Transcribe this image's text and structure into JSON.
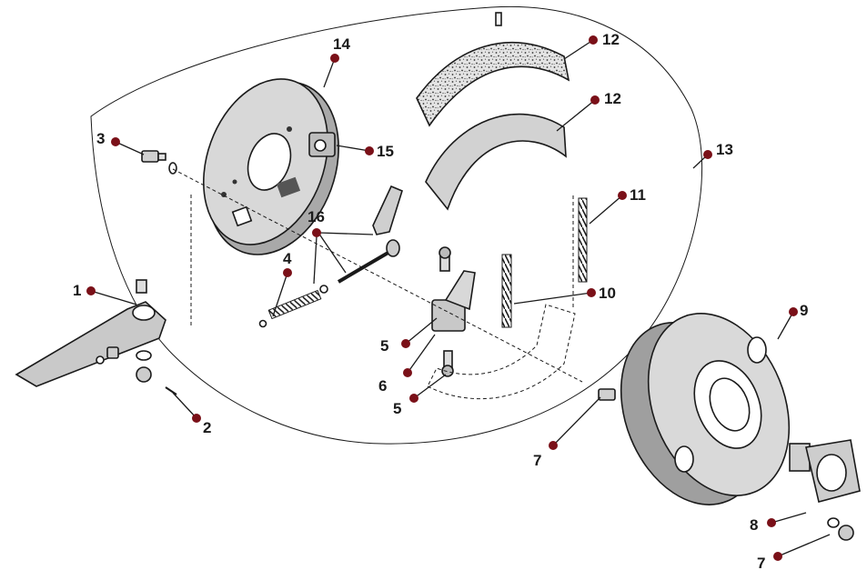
{
  "diagram": {
    "callouts": [
      {
        "id": "c1",
        "label": "1"
      },
      {
        "id": "c2",
        "label": "2"
      },
      {
        "id": "c3",
        "label": "3"
      },
      {
        "id": "c4",
        "label": "4"
      },
      {
        "id": "c5a",
        "label": "5"
      },
      {
        "id": "c5b",
        "label": "5"
      },
      {
        "id": "c6",
        "label": "6"
      },
      {
        "id": "c7a",
        "label": "7"
      },
      {
        "id": "c7b",
        "label": "7"
      },
      {
        "id": "c8",
        "label": "8"
      },
      {
        "id": "c9",
        "label": "9"
      },
      {
        "id": "c10",
        "label": "10"
      },
      {
        "id": "c11",
        "label": "11"
      },
      {
        "id": "c12a",
        "label": "12"
      },
      {
        "id": "c12b",
        "label": "12"
      },
      {
        "id": "c13",
        "label": "13"
      },
      {
        "id": "c14",
        "label": "14"
      },
      {
        "id": "c15",
        "label": "15"
      },
      {
        "id": "c16",
        "label": "16"
      }
    ],
    "colors": {
      "callout_dot": "#7a1018",
      "line": "#1a1a1a",
      "part_fill": "#d6d6d6",
      "part_shadow": "#9a9a9a",
      "lining_fill": "#cfcfcf"
    }
  }
}
